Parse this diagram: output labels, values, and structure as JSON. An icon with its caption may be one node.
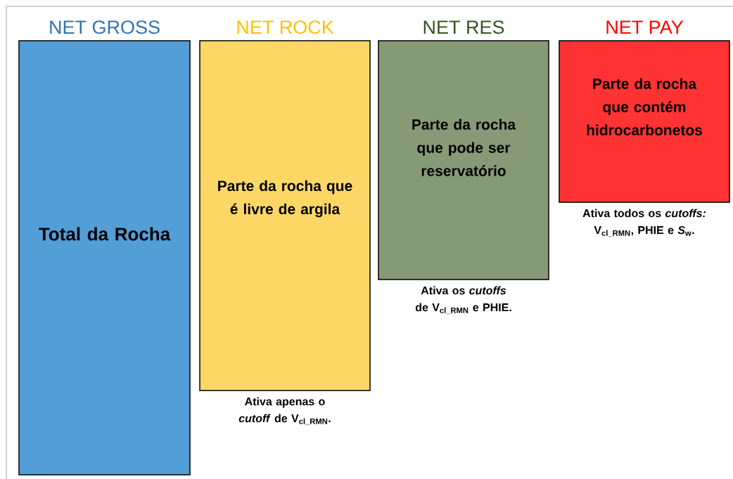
{
  "diagram": {
    "nodes": [
      {
        "text": [
          "NET GROSS",
          "Total da Rocha"
        ]
      },
      {
        "text": [
          "NET ROCK",
          "Parte da rocha que é livre de argila"
        ],
        "beside": [
          "Ativa apenas o *cutoff* de V$_{cl_RMN}$."
        ]
      },
      {
        "text": [
          "NET RES",
          "Parte da rocha que pode ser reservatório"
        ],
        "beside": [
          "Ativa os *cutoffs* de V$_{cl_RMN}$ e PHIE."
        ]
      },
      {
        "text": [
          "NET PAY",
          "Parte da rocha que contém hidrocarbonetos"
        ],
        "beside": [
          "Ativa todos os *cutoffs:* V$_{cl_RMN}$, PHIE e *S*$_{w}$."
        ]
      }
    ]
  }
}
